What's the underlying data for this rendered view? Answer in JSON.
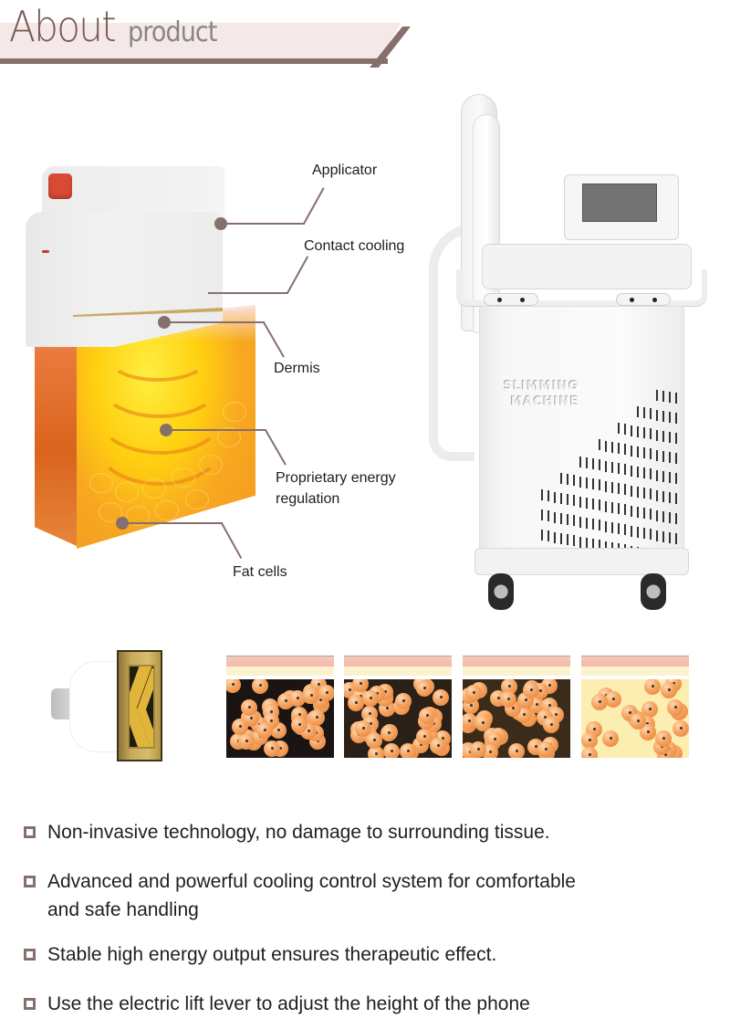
{
  "header": {
    "title_main": "About",
    "title_sub": "product",
    "colors": {
      "band": "#f4e9e8",
      "accent": "#86706c",
      "title": "#7a5a55",
      "subtitle": "#8a8686"
    }
  },
  "diagram": {
    "callouts": [
      {
        "label": "Applicator"
      },
      {
        "label": "Contact cooling"
      },
      {
        "label": "Dermis"
      },
      {
        "label": "Proprietary energy\nregulation",
        "line1": "Proprietary energy",
        "line2": "regulation"
      },
      {
        "label": "Fat cells"
      }
    ],
    "callout_color": "#86706c"
  },
  "machine": {
    "brand_line1": "SLIMMING",
    "brand_line2": "MACHINE"
  },
  "illustrations": {
    "probe": "applicator-probe-gold-head",
    "stages": [
      {
        "name": "fat-stage-1"
      },
      {
        "name": "fat-stage-2"
      },
      {
        "name": "fat-stage-3"
      },
      {
        "name": "fat-stage-4"
      }
    ]
  },
  "features": [
    {
      "text": "Non-invasive technology, no damage to surrounding tissue."
    },
    {
      "text": "Advanced and powerful cooling control system for comfortable and safe handling",
      "line1": "Advanced and powerful cooling control system for comfortable",
      "line2": "and safe handling"
    },
    {
      "text": "Stable high energy output ensures therapeutic effect."
    },
    {
      "text": "Use the electric lift lever to adjust the height of the phone"
    }
  ],
  "bullet_icon": "hollow-square-icon"
}
